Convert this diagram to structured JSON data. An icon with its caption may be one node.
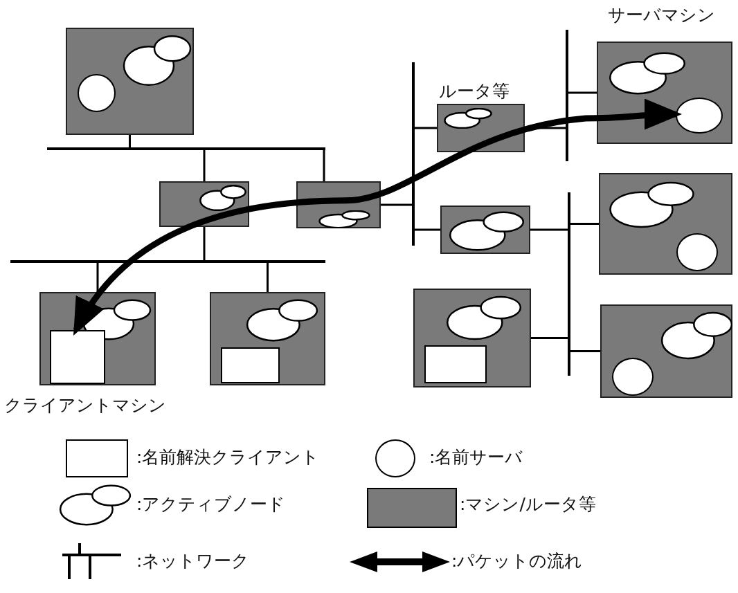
{
  "diagram": {
    "nodes": [
      {
        "text": [],
        "shape": "box"
      },
      {
        "text": [],
        "shape": "ellipse",
        "in": 0
      },
      {
        "text": [],
        "shape": "circle",
        "in": 0
      },
      {
        "text": [],
        "shape": "box",
        "beside": [
          "サーバマシン"
        ]
      },
      {
        "text": [],
        "shape": "ellipse",
        "in": 3
      },
      {
        "text": [],
        "shape": "circle",
        "in": 3
      },
      {
        "text": [],
        "shape": "box",
        "beside": [
          "ルータ等"
        ]
      },
      {
        "text": [],
        "shape": "ellipse",
        "in": 6
      },
      {
        "text": [],
        "shape": "bar"
      },
      {
        "text": [],
        "shape": "bar"
      },
      {
        "text": [],
        "shape": "bar"
      },
      {
        "text": [],
        "shape": "box"
      },
      {
        "text": [],
        "shape": "ellipse",
        "in": 11
      },
      {
        "text": [],
        "shape": "box"
      },
      {
        "text": [],
        "shape": "ellipse",
        "in": 13
      },
      {
        "text": [],
        "shape": "box"
      },
      {
        "text": [],
        "shape": "ellipse",
        "in": 15
      },
      {
        "text": [],
        "shape": "box"
      },
      {
        "text": [],
        "shape": "ellipse",
        "in": 17
      },
      {
        "text": [],
        "shape": "circle",
        "in": 17
      },
      {
        "text": [],
        "shape": "bar"
      },
      {
        "text": [],
        "shape": "bar"
      },
      {
        "text": [],
        "shape": "box",
        "beside": [
          "クライアントマシン"
        ]
      },
      {
        "text": [],
        "shape": "ellipse",
        "in": 22
      },
      {
        "text": [],
        "shape": "box",
        "in": 22
      },
      {
        "text": [],
        "shape": "box"
      },
      {
        "text": [],
        "shape": "ellipse",
        "in": 25
      },
      {
        "text": [],
        "shape": "box",
        "in": 25
      },
      {
        "text": [],
        "shape": "box"
      },
      {
        "text": [],
        "shape": "ellipse",
        "in": 28
      },
      {
        "text": [],
        "shape": "box",
        "in": 28
      },
      {
        "text": [],
        "shape": "box"
      },
      {
        "text": [],
        "shape": "ellipse",
        "in": 31
      },
      {
        "text": [],
        "shape": "circle",
        "in": 31
      }
    ],
    "edges": [
      {
        "from": 0,
        "to": 8,
        "arrow": "none"
      },
      {
        "from": 11,
        "to": 8,
        "arrow": "none"
      },
      {
        "from": 13,
        "to": 8,
        "arrow": "none"
      },
      {
        "from": 11,
        "to": 20,
        "arrow": "none"
      },
      {
        "from": 22,
        "to": 20,
        "arrow": "none"
      },
      {
        "from": 25,
        "to": 20,
        "arrow": "none"
      },
      {
        "from": 13,
        "to": 9,
        "arrow": "none"
      },
      {
        "from": 6,
        "to": 9,
        "arrow": "none"
      },
      {
        "from": 15,
        "to": 9,
        "arrow": "none"
      },
      {
        "from": 6,
        "to": 10,
        "arrow": "none"
      },
      {
        "from": 3,
        "to": 10,
        "arrow": "none"
      },
      {
        "from": 15,
        "to": 21,
        "arrow": "none"
      },
      {
        "from": 17,
        "to": 21,
        "arrow": "none"
      },
      {
        "from": 28,
        "to": 21,
        "arrow": "none"
      },
      {
        "from": 31,
        "to": 21,
        "arrow": "none"
      },
      {
        "from": 24,
        "to": 5,
        "arrow": "both",
        "style": "thick"
      }
    ],
    "legend": [
      {
        "text": ":名前解決クライアント"
      },
      {
        "text": ":名前サーバ"
      },
      {
        "text": ":アクティブノード"
      },
      {
        "text": ":マシン/ルータ等",
        "color": "#7a7a7a"
      },
      {
        "text": ":ネットワーク"
      },
      {
        "text": ":パケットの流れ"
      }
    ]
  }
}
